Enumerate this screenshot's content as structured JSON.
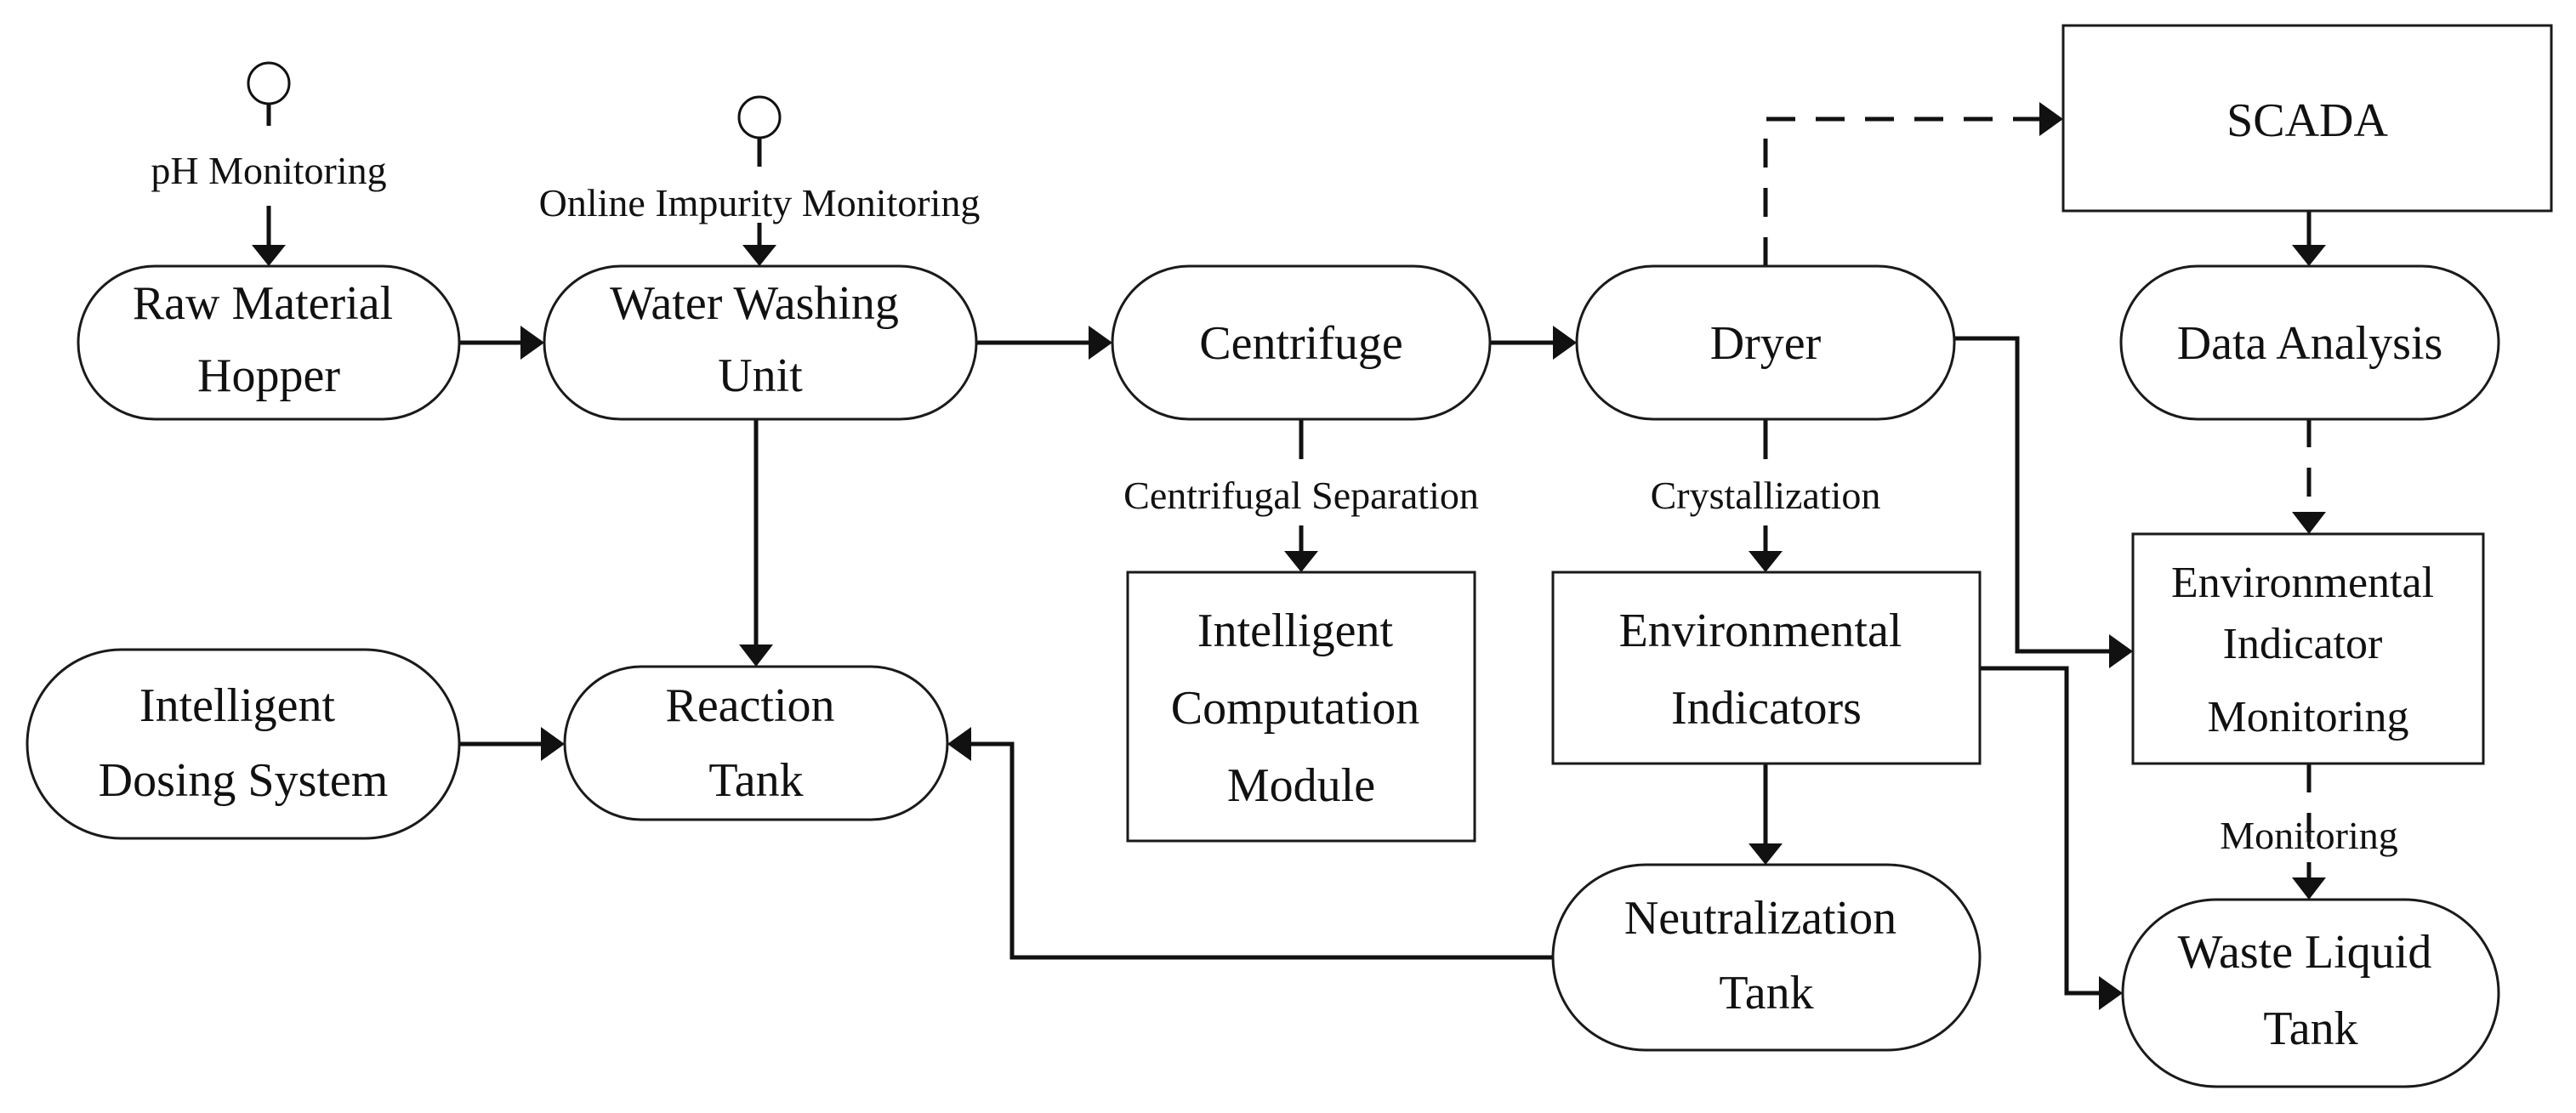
{
  "nodes": {
    "raw_material_hopper": [
      "Raw Material",
      "Hopper"
    ],
    "water_washing_unit": [
      "Water Washing",
      "Unit"
    ],
    "centrifuge": [
      "Centrifuge"
    ],
    "dryer": [
      "Dryer"
    ],
    "scada": [
      "SCADA"
    ],
    "data_analysis": [
      "Data Analysis"
    ],
    "intelligent_dosing_system": [
      "Intelligent",
      "Dosing System"
    ],
    "reaction_tank": [
      "Reaction",
      "Tank"
    ],
    "intelligent_computation_module": [
      "Intelligent",
      "Computation",
      "Module"
    ],
    "environmental_indicators": [
      "Environmental",
      "Indicators"
    ],
    "environmental_indicator_monitoring": [
      "Environmental",
      "Indicator",
      "Monitoring"
    ],
    "neutralization_tank": [
      "Neutralization",
      "Tank"
    ],
    "waste_liquid_tank": [
      "Waste Liquid",
      "Tank"
    ]
  },
  "edge_labels": {
    "ph_monitoring": "pH Monitoring",
    "online_impurity_monitoring": "Online Impurity Monitoring",
    "centrifugal_separation": "Centrifugal Separation",
    "crystallization": "Crystallization",
    "monitoring": "Monitoring"
  }
}
